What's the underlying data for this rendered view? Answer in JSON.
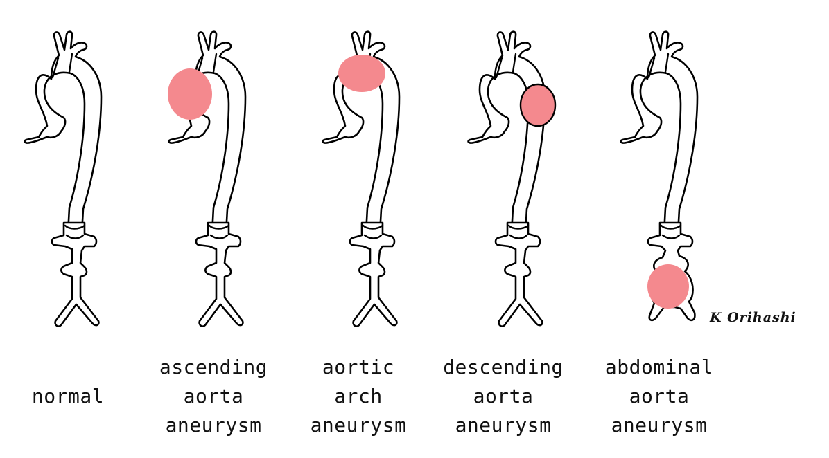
{
  "bulge_color": "#f4898e",
  "panels": [
    {
      "id": "normal",
      "caption": [
        "normal"
      ],
      "aneurysm": "none"
    },
    {
      "id": "ascending",
      "caption": [
        "ascending",
        "aorta",
        "aneurysm"
      ],
      "aneurysm": "ascending"
    },
    {
      "id": "arch",
      "caption": [
        "aortic",
        "arch",
        "aneurysm"
      ],
      "aneurysm": "arch"
    },
    {
      "id": "descending",
      "caption": [
        "descending",
        "aorta",
        "aneurysm"
      ],
      "aneurysm": "descending"
    },
    {
      "id": "abdominal",
      "caption": [
        "abdominal",
        "aorta",
        "aneurysm"
      ],
      "aneurysm": "abdominal"
    }
  ],
  "signature": "K Orihashi"
}
